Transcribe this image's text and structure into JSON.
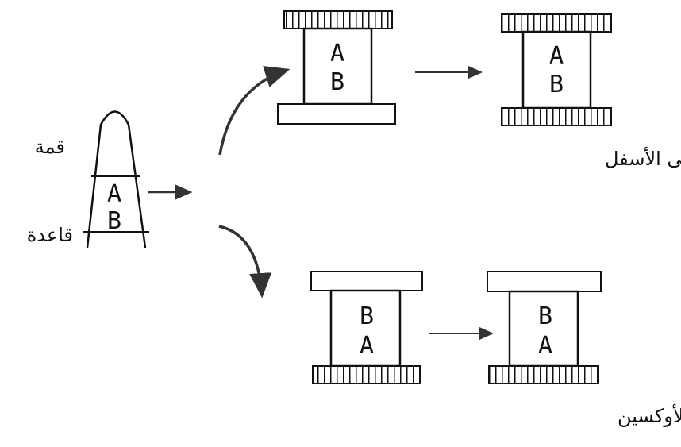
{
  "labels": {
    "apex": "قمة",
    "base": "قاعدة",
    "top_caption": "انتقال الأوكسين إلى الأسفل",
    "bottom_caption": "لايحدث انتقال للأوكسين"
  },
  "segments": {
    "upper": "A",
    "lower": "B"
  },
  "colors": {
    "ink": "#111111",
    "background": "#ffffff"
  }
}
